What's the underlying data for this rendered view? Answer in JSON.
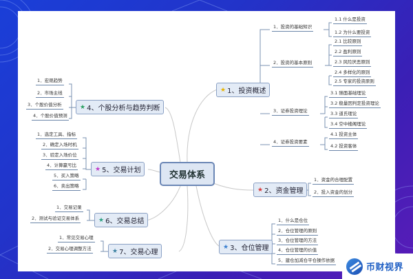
{
  "mindmap": {
    "central": "交易体系",
    "branches": [
      {
        "label": "1、投资概述",
        "star_color": "#e8b400",
        "children": [
          {
            "label": "1．投资的基础知识",
            "children": [
              "1.1 什么是投资",
              "1.2 为什么要投资"
            ]
          },
          {
            "label": "2．投资的基本原则",
            "children": [
              "2.1 比较原则",
              "2.2 盈利原则",
              "2.3 风险厌恶原则",
              "2.4 多样化的原则",
              "2.5 专家的投资原则"
            ]
          },
          {
            "label": "3．证券投资理论",
            "children": [
              "3.1 随面基础理论",
              "3.2 稳量因判定投资理论",
              "3.3 道氏理论",
              "3.4 空中楼阁理论"
            ]
          },
          {
            "label": "4．证券投资要素",
            "children": [
              "4.1 投资主体",
              "4.2 投资客体"
            ]
          }
        ]
      },
      {
        "label": "2、资金管理",
        "star_color": "#d83a3a",
        "children": [
          "1．资金的合理配置",
          "2．投入资金的划分"
        ]
      },
      {
        "label": "3、仓位管理",
        "star_color": "#3a7fd0",
        "children": [
          "1．什么是仓位",
          "2．仓位管理的原则",
          "3．仓位管理的方法",
          "4．仓位管理的价值",
          "5．建仓加减仓平仓操作依据"
        ]
      },
      {
        "label": "4、个股分析与趋势判断",
        "star_color": "#2aa060",
        "children": [
          "1．宏观趋势",
          "2．市场主线",
          "3．个股价值分析",
          "4．个股价值预测"
        ]
      },
      {
        "label": "5、交易计划",
        "star_color": "#c03ac8",
        "children": [
          "1．选定工具、指标",
          "2．确定入场时机",
          "3．验定入场价位",
          "4．计算赢亏比",
          "5．买入策略",
          "6．卖出策略"
        ]
      },
      {
        "label": "6、交易总结",
        "star_color": "#2aa080",
        "children": [
          "1．交易记录",
          "2．测试与验证交易体系"
        ]
      },
      {
        "label": "7、交易心理",
        "star_color": "#3a80a0",
        "children": [
          "1．常见交易心理",
          "2．交易心理调整方法"
        ]
      }
    ]
  },
  "watermark": {
    "text": "币财视界"
  },
  "colors": {
    "background_start": "#1a3fd8",
    "background_end": "#5a1cb8",
    "node_fill": "#e3ebf6",
    "node_border": "#8aa0c4",
    "leaf_underline": "#6a85a8"
  }
}
